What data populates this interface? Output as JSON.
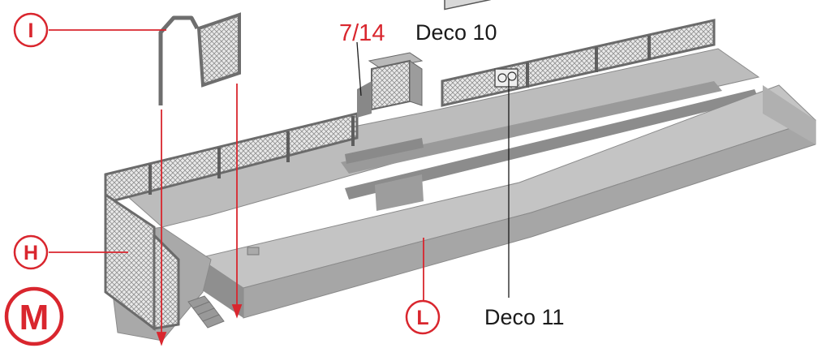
{
  "callouts": {
    "i": "I",
    "h": "H",
    "l": "L",
    "m": "M"
  },
  "labels": {
    "part_ref": "7/14",
    "deco_10": "Deco 10",
    "deco_11": "Deco 11"
  },
  "colors": {
    "callout_red": "#d9262e",
    "label_black": "#1a1a1a",
    "model_light": "#b3b3b3",
    "model_mid": "#9e9e9e",
    "model_dark": "#7d7d7d",
    "railing": "#6b6b6b"
  }
}
